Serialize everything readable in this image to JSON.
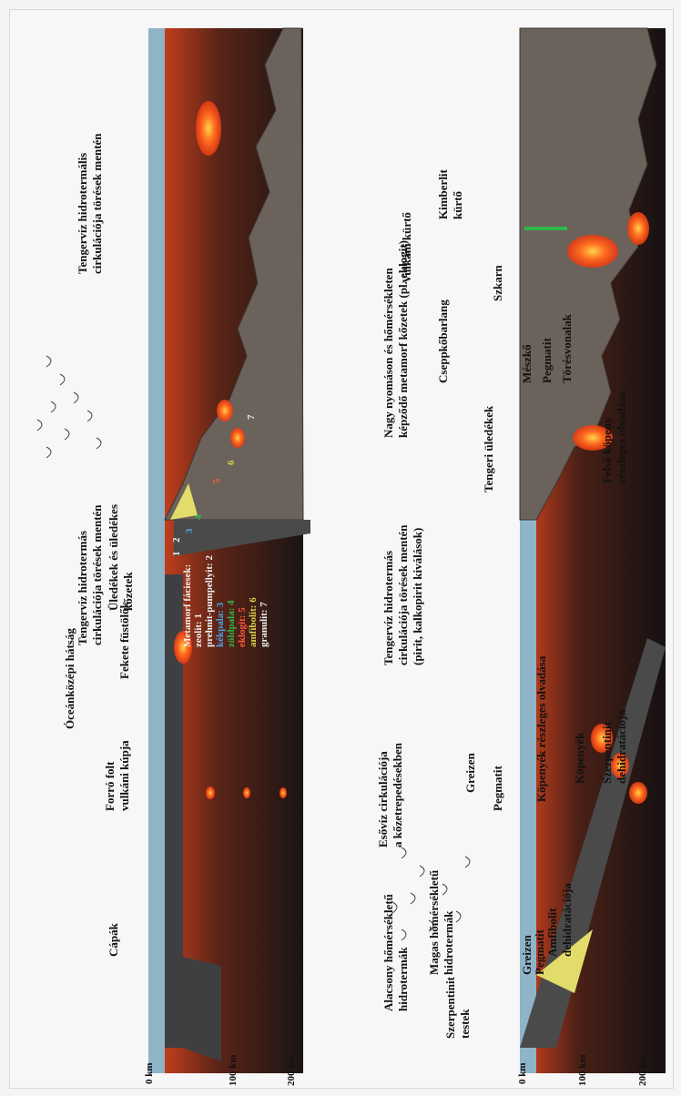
{
  "upper": {
    "axis": [
      "0 km",
      "100 km",
      "200 km"
    ],
    "labels": {
      "capak": "Cápák",
      "forro_folt_1": "Forró folt",
      "forro_folt_2": "vulkáni kúpja",
      "oceankozepi": "Óceánközépi hátság",
      "fekete": "Fekete füstölők",
      "tengerviz1_1": "Tengervíz hidrotermás",
      "tengerviz1_2": "cirkulációja törések mentén",
      "uledekek_1": "Üledékek és üledékes",
      "uledekek_2": "kőzetek",
      "tengerviz2_1": "Tengervíz hidrotermális",
      "tengerviz2_2": "cirkulációja törések mentén"
    },
    "facies_title": "Metamorf fáciesek:",
    "facies": [
      {
        "text": "zeolit: 1",
        "color": "#f2f2f2"
      },
      {
        "text": "prehnit-pumpellyit: 2",
        "color": "#f2f2f2"
      },
      {
        "text": "kékpala: 3",
        "color": "#4aa3e8"
      },
      {
        "text": "zöldpala: 4",
        "color": "#2fb84a"
      },
      {
        "text": "eklogit: 5",
        "color": "#ff5a3a"
      },
      {
        "text": "amfibolit: 6",
        "color": "#d9d04a"
      },
      {
        "text": "granulit: 7",
        "color": "#f2f2f2"
      }
    ],
    "numbers": [
      "1",
      "2",
      "3",
      "4",
      "5",
      "6",
      "7"
    ]
  },
  "lower": {
    "axis": [
      "0 km",
      "100 km",
      "200 km"
    ],
    "labels": {
      "szerpentinit_testek_1": "Szerpentinit",
      "szerpentinit_testek_2": "testek",
      "alacsony_1": "Alacsony hőmérsékletű",
      "alacsony_2": "hidrotermák",
      "magas_1": "Magas hőmérsékletű",
      "magas_2": "hidrotermák",
      "amfibolit_1": "Amfibolit",
      "amfibolit_2": "dehidratációja",
      "greizen_a": "Greizen",
      "pegmatit_a": "Pegmatit",
      "esoviz_1": "Esővíz cirkulációja",
      "esoviz_2": "a kőzetrepedésekben",
      "greizen_b": "Greizen",
      "pegmatit_b": "Pegmatit",
      "kopenyek_olvadasa": "Köpenyék részleges olvadása",
      "kopenyek": "Köpenyék",
      "szerpentinit_dehid_1": "Szerpentinit",
      "szerpentinit_dehid_2": "dehidratációja",
      "tengerviz_1": "Tengervíz hidrotermás",
      "tengerviz_2": "cirkulációja törések mentén",
      "tengerviz_3": "(pirit, kalkopirit kiválások)",
      "tengeri_uledekek": "Tengeri üledékek",
      "felso_kopeny_1": "Felső köpeny",
      "felso_kopeny_2": "részleges olvadása",
      "nagy_nyomason_1": "Nagy nyomáson és hőmérsékleten",
      "nagy_nyomason_2": "képződő metamorf kőzetek (pl. eklogit)",
      "cseppkobarlang": "Cseppkőbarlang",
      "meszko": "Mészkő",
      "pegmatit_c": "Pegmatit",
      "toresvonalak": "Törésvonalak",
      "szkarn": "Szkarn",
      "vulkani_kurto": "Vulkáni kürtő",
      "kimberlit_1": "Kimberlit",
      "kimberlit_2": "kürtő"
    }
  },
  "colors": {
    "rock": "#6b625c",
    "rock_edge": "#3b3531",
    "sea": "#8fb4c8",
    "magma": "#ff5a1f",
    "mantle_top": "#d8401f",
    "mantle_bottom": "#1a1514",
    "slab": "#4a4a4a",
    "sediment": "#e2dc6a"
  }
}
